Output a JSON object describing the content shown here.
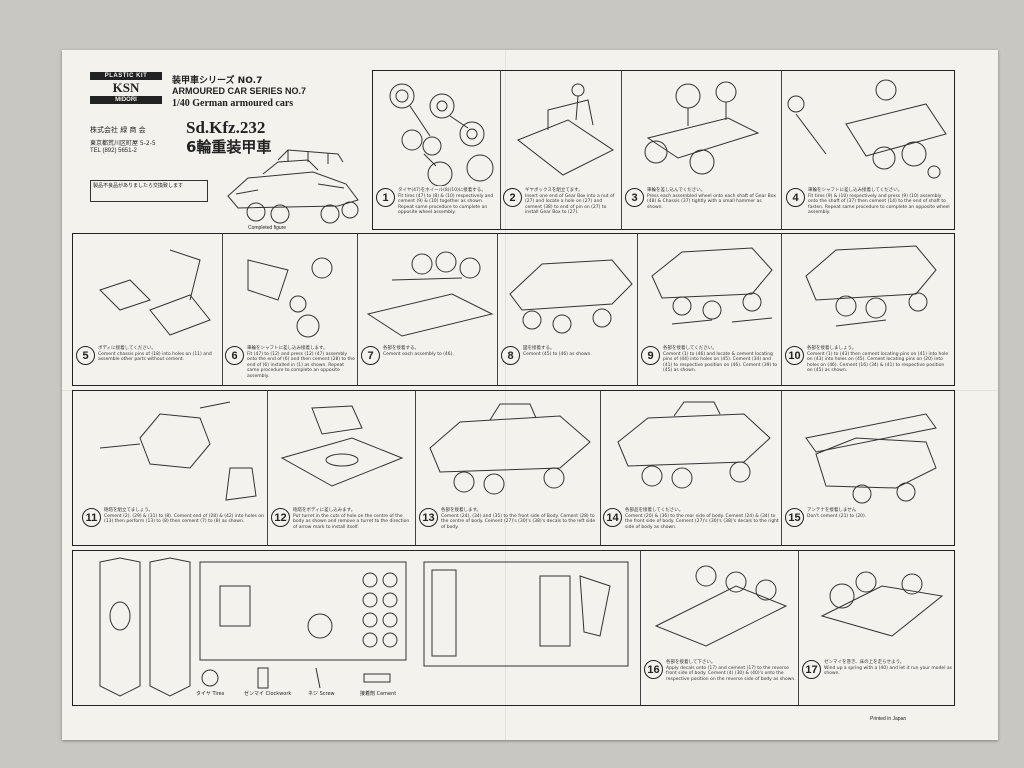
{
  "header": {
    "logo_top": "PLASTIC KIT",
    "logo_mid": "KSN",
    "logo_bot": "MIDORI",
    "series_ja": "装甲車シリーズ NO.7",
    "series_en": "ARMOURED CAR SERIES NO.7",
    "subtitle": "1/40 German armoured cars",
    "maker": "株式会社 緑 商 会",
    "address": "東京都荒川区町屋 5-2-5",
    "tel": "TEL (892) 5651-2",
    "model": "Sd.Kfz.232",
    "model_ja": "6輪重装甲車",
    "completed_label": "Completed figure"
  },
  "steps": [
    {
      "n": "1",
      "ja": "タイヤ(47)をホイール(8)(10)に接着する。",
      "en": "Fit tires (47) to (8) & (10) respectively and cement (9) & (10) together as shown. Repeat same procedure to complete an opposite wheel assembly."
    },
    {
      "n": "2",
      "ja": "ギヤボックスを組立てます。",
      "en": "Insert one end of Gear Box into a nut of (27) and locate a hole on (27) and cement (38) to end of pin on (27) to install Gear Box to (27)."
    },
    {
      "n": "3",
      "ja": "車輪を差し込んでください。",
      "en": "Press each assembled wheel onto each shaft of Gear Box (48) & Chassis (37) tightly with a small hammer as shown."
    },
    {
      "n": "4",
      "ja": "車輪をシャフトに差し込み接着してください。",
      "en": "Fit tires (9) & (10) respectively and press (9) (10) assembly onto the shaft of (37) then cement (14) to the end of shaft to fasten. Repeat same procedure to complete an opposite wheel assembly."
    },
    {
      "n": "5",
      "ja": "ボディに接着してください。",
      "en": "Cement chassis pins of (18) into holes on (11) and assemble other parts without cement."
    },
    {
      "n": "6",
      "ja": "車輪をシャフトに差し込み接着します。",
      "en": "Fit (47) to (12) and press (12) (47) assembly onto the end of (6) and then cement (28) to the end of (6) installed in (1) as shown. Repeat same procedure to complete an opposite assembly."
    },
    {
      "n": "7",
      "ja": "各部を接着する。",
      "en": "Cement each assembly to (46)."
    },
    {
      "n": "8",
      "ja": "図を接着する。",
      "en": "Cement (45) to (46) as shown."
    },
    {
      "n": "9",
      "ja": "各部を接着してください。",
      "en": "Cement (1) to (46) and locate & cement locating pins of (44) into holes on (45). Cement (34) and (41) to respective position on (46). Cement (39) to (45) as shown."
    },
    {
      "n": "10",
      "ja": "各部を接着しましょう。",
      "en": "Cement (1) to (43) then cement locating pins on (41) into hole on (43) into holes on (45). Cement locating pins on (20) into holes on (46). Cement (16) (34) & (41) to respective position on (45) as shown."
    },
    {
      "n": "11",
      "ja": "砲塔を組立てましょう。",
      "en": "Cement (2), (29) & (31) to (8). Cement end of (28) & (42) into holes on (13) then perform (13) to (8) then cement (7) to (8) as shown."
    },
    {
      "n": "12",
      "ja": "砲塔をボディに差し込みます。",
      "en": "Put turret in the cuts of hole on the centre of the body as shown and remove a turret to the direction of arrow mark to install itself."
    },
    {
      "n": "13",
      "ja": "各部を接着します。",
      "en": "Cement (24), (34) and (35) to the front side of Body. Cement (28) to the centre of body. Cement (27)'s (30)'s (38)'s decals to the left side of body."
    },
    {
      "n": "14",
      "ja": "各部品を接着してください。",
      "en": "Cement (20) & (36) to the rear side of body. Cement (24) & (34) to the front side of body. Cement (27)'s (30)'s (38)'s decals to the right side of body as shown."
    },
    {
      "n": "15",
      "ja": "アンテナを接着しません",
      "en": "Don't cement (21) to (20)."
    },
    {
      "n": "16",
      "ja": "各部を接着して下さい。",
      "en": "Apply decals onto (17) and cement (17) to the reverse front side of body. Cement (4) (30) & (40)'s onto the respective position on the reverse side of body as shown."
    },
    {
      "n": "17",
      "ja": "ゼンマイを巻き、床の上を走らせよう。",
      "en": "Wind up a spring with a (40) and let it run your model as shown."
    }
  ],
  "notice_text": "製品不良品がありましたら交換致します",
  "parts_labels": [
    "タイヤ Tires",
    "ゼンマイ Clockwork",
    "ネジ Screw",
    "接着剤 Cement"
  ],
  "printed_in": "Printed in Japan"
}
